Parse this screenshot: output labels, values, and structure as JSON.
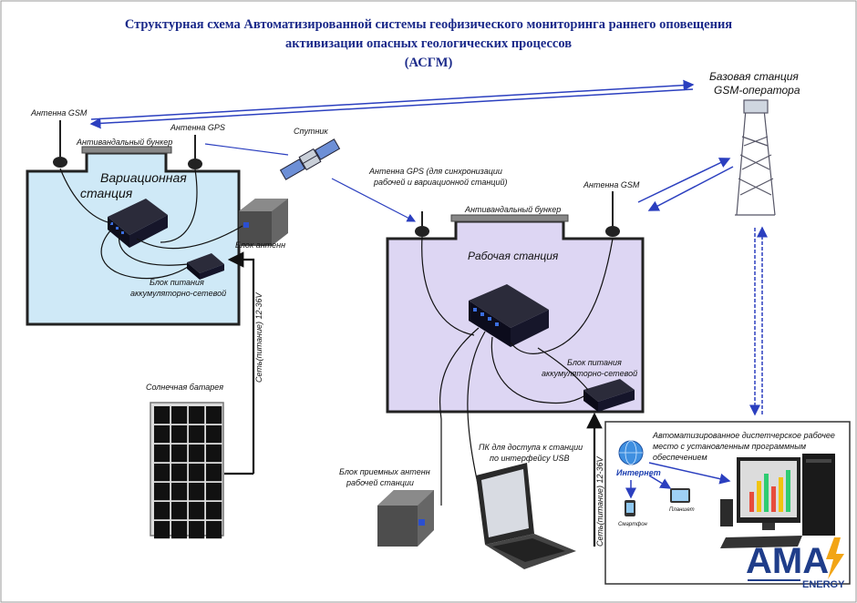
{
  "title": {
    "line1": "Структурная схема Автоматизированной системы геофизического мониторинга раннего оповещения",
    "line2": "активизации опасных геологических процессов",
    "line3": "(АСГМ)"
  },
  "labels": {
    "antenna_gsm_left": "Антенна GSM",
    "antenna_gps_left": "Антенна GPS",
    "bunker_left": "Антивандальный бункер",
    "variation_station_1": "Вариационная",
    "variation_station_2": "станция",
    "antenna_block": "Блок антенн",
    "power_block_left_1": "Блок питания",
    "power_block_left_2": "аккумуляторно-сетевой",
    "mains_left": "Сеть(питание) 12-36V",
    "solar": "Солнечная батарея",
    "satellite": "Спутник",
    "antenna_gps_right_1": "Антенна GPS (для синхронизации",
    "antenna_gps_right_2": "рабочей и вариационной станций)",
    "antenna_gsm_right": "Антенна GSM",
    "bunker_right": "Антивандальный бункер",
    "work_station": "Рабочая станция",
    "power_block_right_1": "Блок питания",
    "power_block_right_2": "аккумуляторно-сетевой",
    "base_station_1": "Базовая станция",
    "base_station_2": "GSM-оператора",
    "receive_antennas_1": "Блок приемных антенн",
    "receive_antennas_2": "рабочей станции",
    "pc_1": "ПК для доступа к станции",
    "pc_2": "по интерфейсу USB",
    "mains_right": "Сеть(питание) 12-36V",
    "workplace_1": "Автоматизированное диспетчерское рабочее",
    "workplace_2": "место  с установленным программным",
    "workplace_3": "обеспечением",
    "internet": "Интернет",
    "smartphone": "Смартфон",
    "tablet": "Планшет",
    "logo_main": "AMA",
    "logo_sub": "ENERGY"
  },
  "colors": {
    "left_bunker_fill": "#cfe9f7",
    "right_bunker_fill": "#ddd6f3",
    "title": "#1b2a8a",
    "arrow": "#2b3fbf",
    "logo": "#1f3d8a"
  }
}
